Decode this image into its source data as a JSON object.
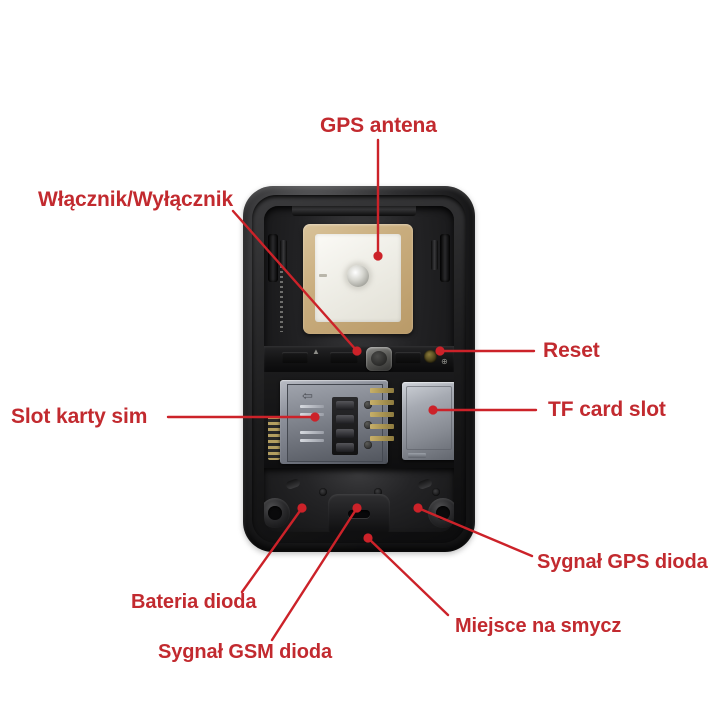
{
  "diagram": {
    "subject": "GPS tracker device internal layout",
    "accent_color": "#c22a2f",
    "background_color": "#ffffff",
    "callouts": [
      {
        "id": "gps-antenna",
        "label": "GPS antena",
        "size": "lg"
      },
      {
        "id": "power-switch",
        "label": "Włącznik/Wyłącznik",
        "size": "lg"
      },
      {
        "id": "reset",
        "label": "Reset",
        "size": "lg"
      },
      {
        "id": "sim-slot",
        "label": "Slot karty sim",
        "size": "lg"
      },
      {
        "id": "tf-card-slot",
        "label": "TF card slot",
        "size": "lg"
      },
      {
        "id": "gps-led",
        "label": "Sygnał GPS dioda",
        "size": "md"
      },
      {
        "id": "battery-led",
        "label": "Bateria dioda",
        "size": "md"
      },
      {
        "id": "gsm-led",
        "label": "Sygnał GSM dioda",
        "size": "md"
      },
      {
        "id": "lanyard-hole",
        "label": "Miejsce na smycz",
        "size": "md"
      }
    ]
  }
}
